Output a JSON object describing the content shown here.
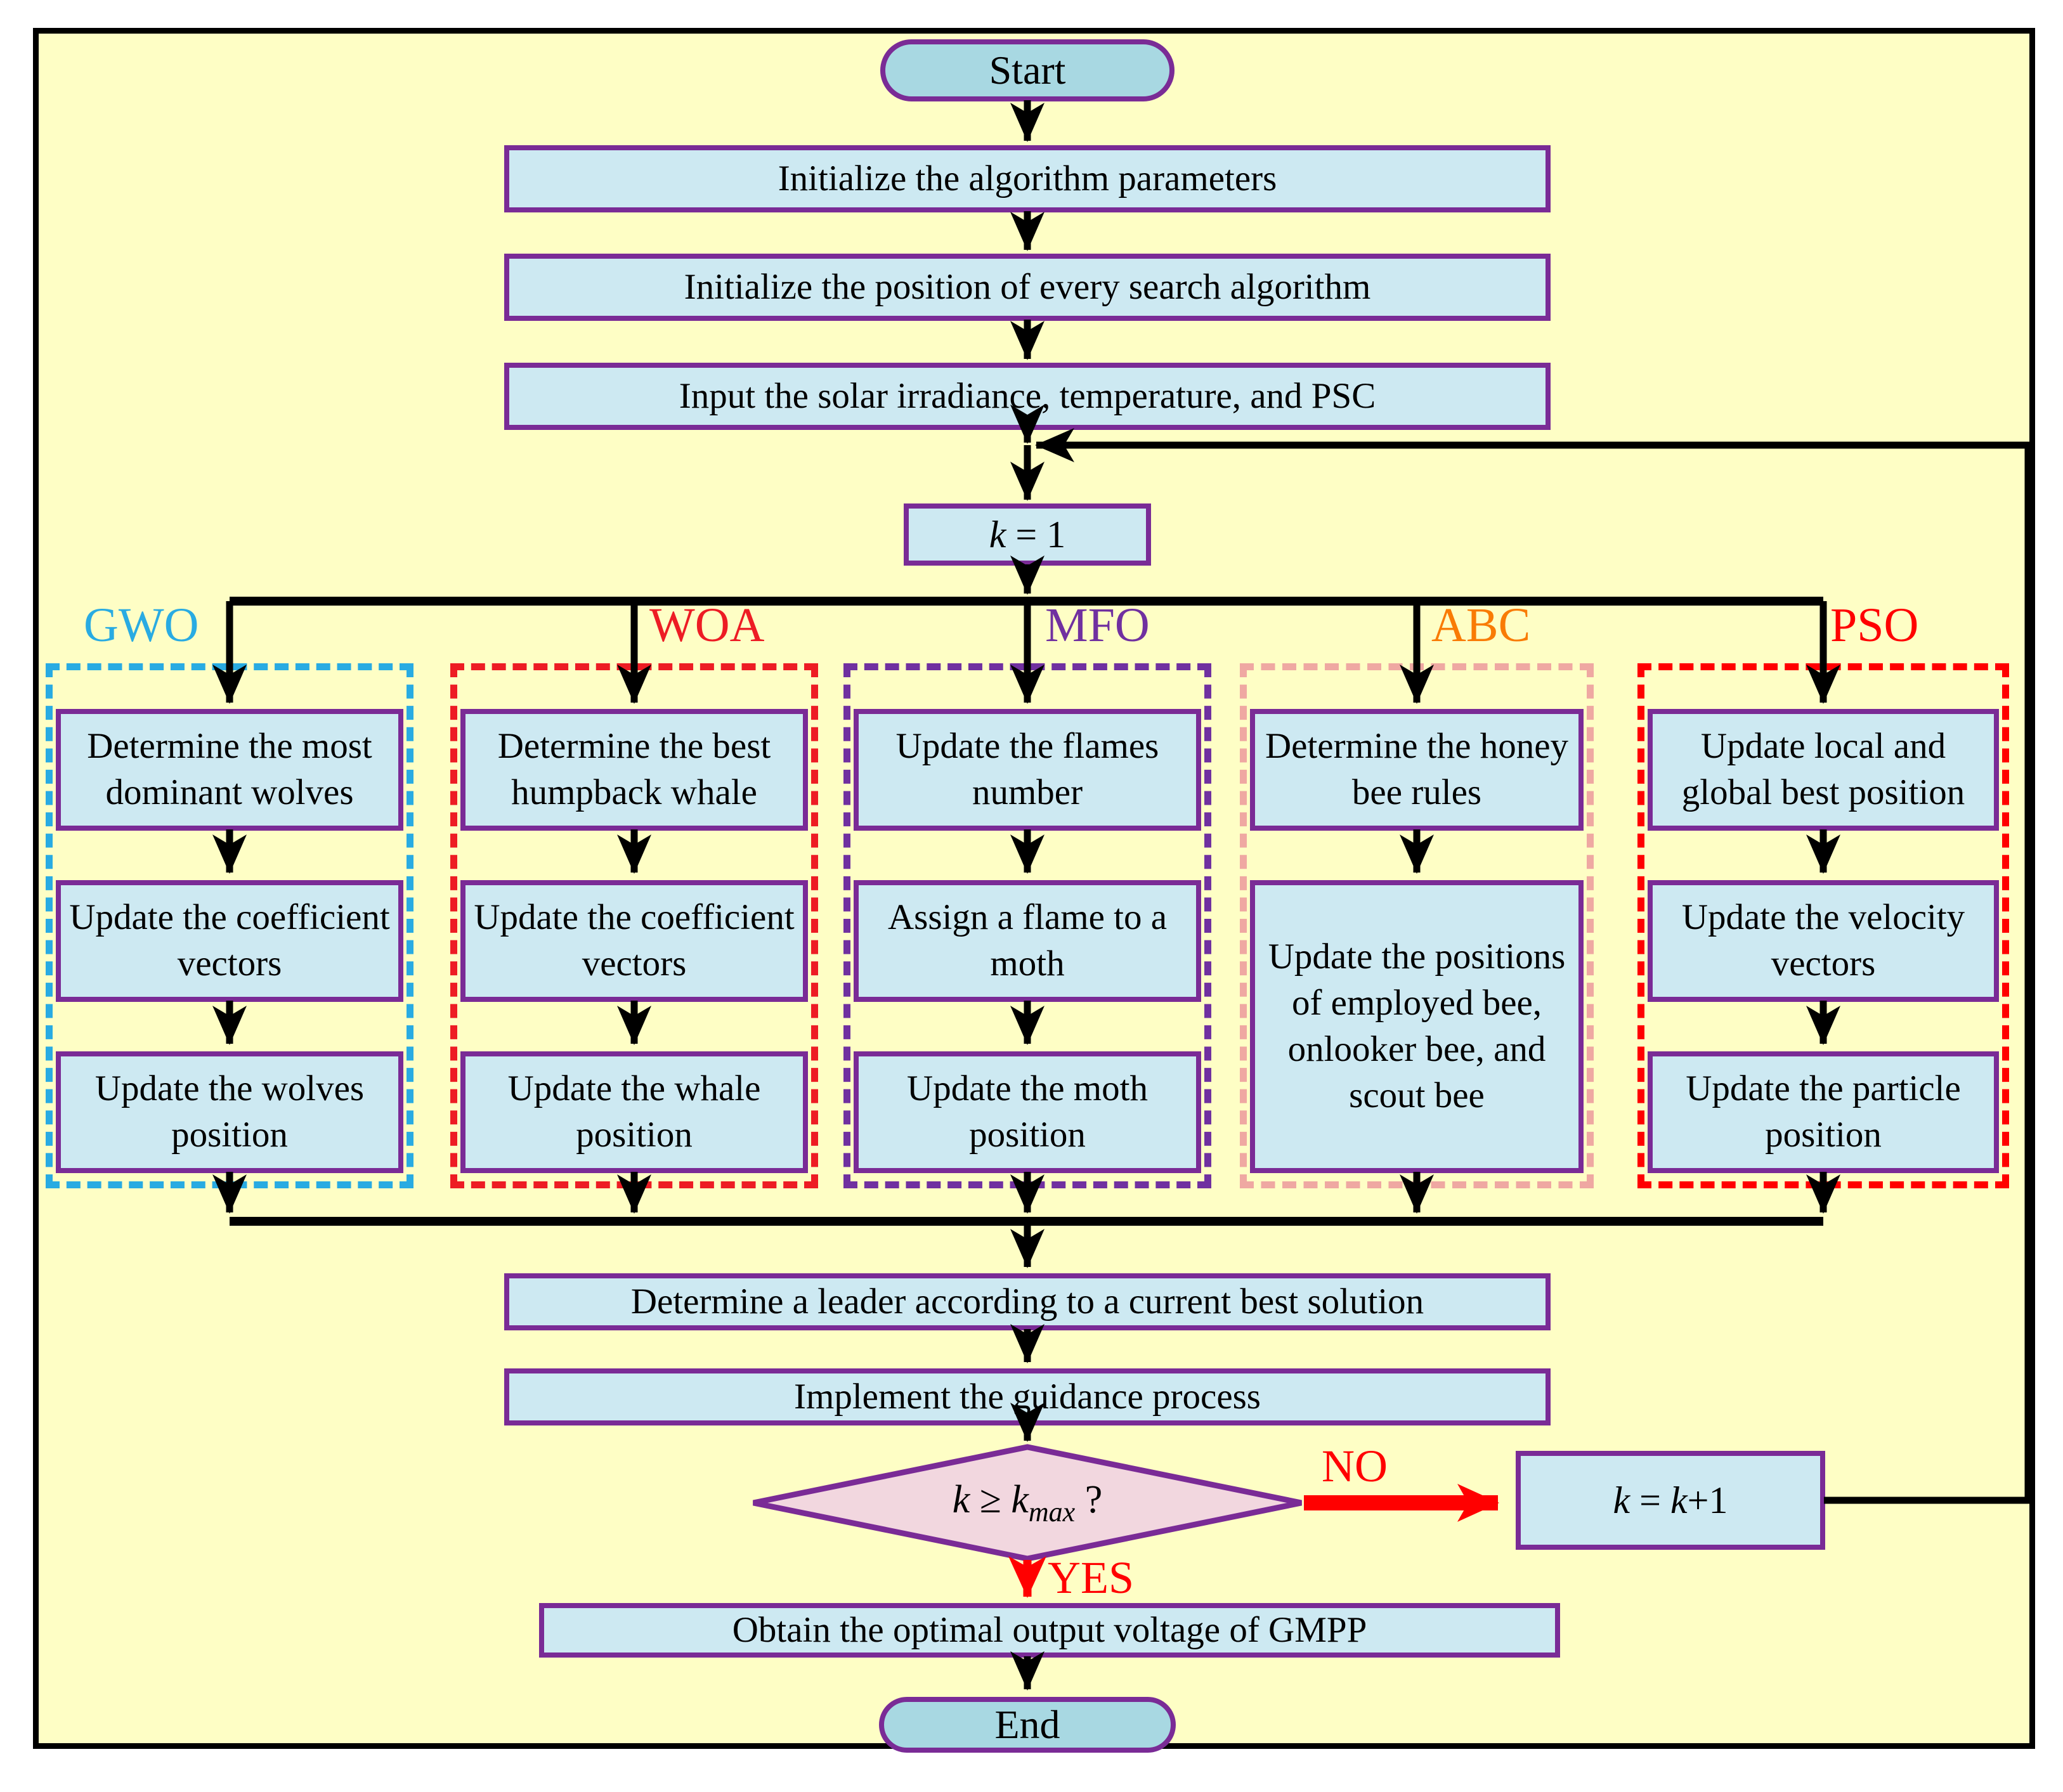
{
  "nodes": {
    "start": "Start",
    "init_params": "Initialize the algorithm parameters",
    "init_position": "Initialize the position of every search algorithm",
    "input_solar": "Input the solar irradiance, temperature, and PSC",
    "k_init": {
      "k": "k",
      "rest": "= 1"
    },
    "leader": "Determine a leader according to a current best solution",
    "guidance": "Implement the guidance process",
    "decision": {
      "k1": "k",
      "ge": "≥",
      "k2": "k",
      "sub": "max",
      "q": "?"
    },
    "k_inc": {
      "k1": "k",
      "eq": "=",
      "k2": "k",
      "plus": "+1"
    },
    "obtain": "Obtain the optimal output voltage of GMPP",
    "end": "End",
    "yes": "YES",
    "no": "NO"
  },
  "columns": [
    {
      "label": "GWO",
      "label_color": "#29ABE2",
      "border_color": "#29ABE2",
      "boxes": [
        "Determine the most dominant wolves",
        "Update the coefficient vectors",
        "Update the wolves position"
      ]
    },
    {
      "label": "WOA",
      "label_color": "#ED1C24",
      "border_color": "#ED1C24",
      "boxes": [
        "Determine the best humpback whale",
        "Update the coefficient vectors",
        "Update the whale position"
      ]
    },
    {
      "label": "MFO",
      "label_color": "#7030A0",
      "border_color": "#7030A0",
      "boxes": [
        "Update the flames number",
        "Assign a flame to a moth",
        "Update the moth position"
      ]
    },
    {
      "label": "ABC",
      "label_color": "#F97B05",
      "border_color": "#EFA8A2",
      "boxes": [
        "Determine the honey bee rules",
        "Update the positions of employed bee, onlooker bee, and scout bee"
      ]
    },
    {
      "label": "PSO",
      "label_color": "#FF0000",
      "border_color": "#FF0000",
      "boxes": [
        "Update local and global best position",
        "Update the velocity vectors",
        "Update the particle position"
      ]
    }
  ],
  "colors": {
    "background": "#FEFEC5",
    "frame_border": "#000000",
    "box_fill": "#CDE9F2",
    "box_border": "#7A2B96",
    "terminal_fill": "#A8D8E2",
    "diamond_fill": "#F2D7DF",
    "arrow_black": "#000000",
    "arrow_red": "#FF0000"
  }
}
